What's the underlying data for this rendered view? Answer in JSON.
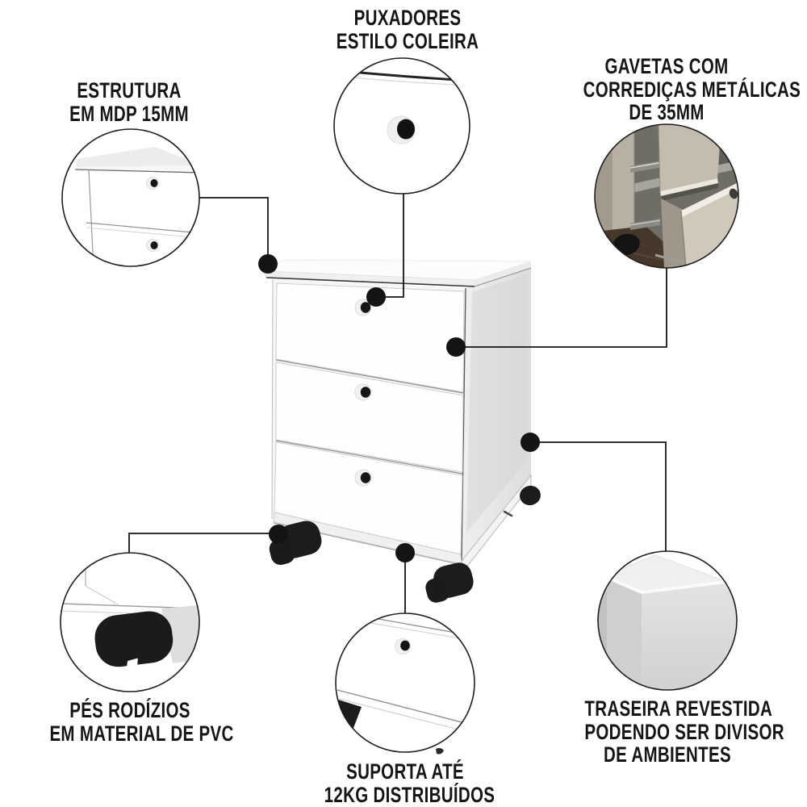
{
  "illustration": {
    "subject": "white three-drawer rolling cabinet with black casters",
    "drawer_count": "3"
  },
  "callouts": {
    "estrutura": {
      "lines": [
        "ESTRUTURA",
        "EM MDP 15MM"
      ]
    },
    "puxadores": {
      "lines": [
        "PUXADORES",
        "ESTILO COLEIRA"
      ]
    },
    "gavetas": {
      "lines": [
        "GAVETAS COM",
        "CORREDIÇAS METÁLICAS",
        "DE 35MM"
      ]
    },
    "pes": {
      "lines": [
        "PÉS RODÍZIOS",
        "EM MATERIAL DE PVC"
      ]
    },
    "suporta": {
      "lines": [
        "SUPORTA ATÉ",
        "12KG DISTRIBUÍDOS"
      ]
    },
    "traseira": {
      "lines": [
        "TRASEIRA REVESTIDA",
        "PODENDO SER DIVISOR",
        "DE AMBIENTES"
      ]
    }
  },
  "markers": {
    "connector_dot": "●",
    "zoom_circle": "○"
  },
  "colors": {
    "ink": "#141414",
    "label_text": "#151515",
    "cabinet_white": "#fdfdfd",
    "side_gray": "#dcdcdc",
    "caster_black": "#1c1c1c",
    "photo_panel_beige": "#b8b0a3",
    "photo_drawer_beige": "#cfc8bb",
    "photo_floor_brown": "#453729",
    "photo_metal_gray": "#8f8f89",
    "back_panel_gray": "#d6d6d6"
  }
}
